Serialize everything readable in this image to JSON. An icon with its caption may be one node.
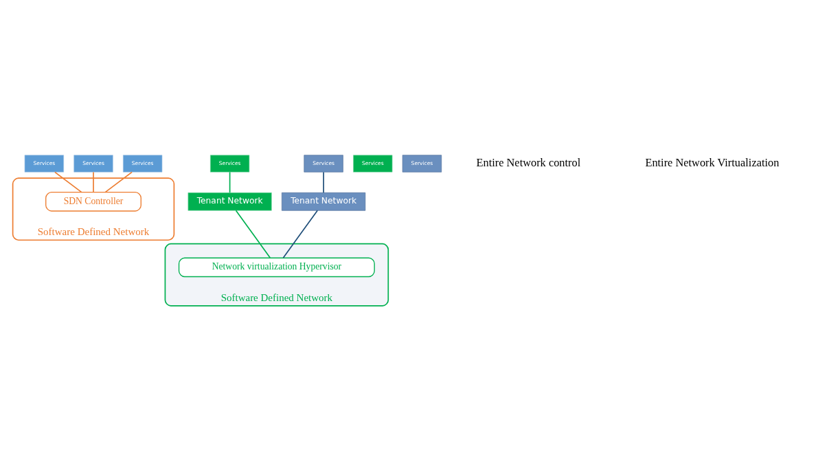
{
  "diagram": {
    "nodes": [
      {
        "text": [
          "Software Defined Network"
        ]
      },
      {
        "text": [
          "SDN Controller"
        ],
        "in": 0
      },
      {
        "text": [
          "Services"
        ]
      },
      {
        "text": [
          "Services"
        ]
      },
      {
        "text": [
          "Services"
        ]
      },
      {
        "text": [
          "Software Defined Network"
        ]
      },
      {
        "text": [
          "Network virtualization Hypervisor"
        ],
        "in": 5
      },
      {
        "text": [
          "Services"
        ]
      },
      {
        "text": [
          "Services"
        ]
      },
      {
        "text": [
          "Services"
        ]
      },
      {
        "text": [
          "Services"
        ]
      },
      {
        "text": [
          "Tenant Network"
        ]
      },
      {
        "text": [
          "Tenant Network"
        ]
      }
    ],
    "edges": [
      {
        "from": 2,
        "to": 1,
        "arrow": "none",
        "color": "#ed7d31"
      },
      {
        "from": 3,
        "to": 1,
        "arrow": "none",
        "color": "#ed7d31"
      },
      {
        "from": 4,
        "to": 1,
        "arrow": "none",
        "color": "#ed7d31"
      },
      {
        "from": 8,
        "to": 11,
        "arrow": "none",
        "color": "#00b050"
      },
      {
        "from": 11,
        "to": 6,
        "arrow": "none",
        "color": "#00b050"
      },
      {
        "from": 10,
        "to": 12,
        "arrow": "none",
        "color": "#1f4e79"
      },
      {
        "from": 12,
        "to": 6,
        "arrow": "none",
        "color": "#1f4e79"
      }
    ],
    "labels": [
      "Entire Network control",
      "Entire Network Virtualization"
    ]
  }
}
